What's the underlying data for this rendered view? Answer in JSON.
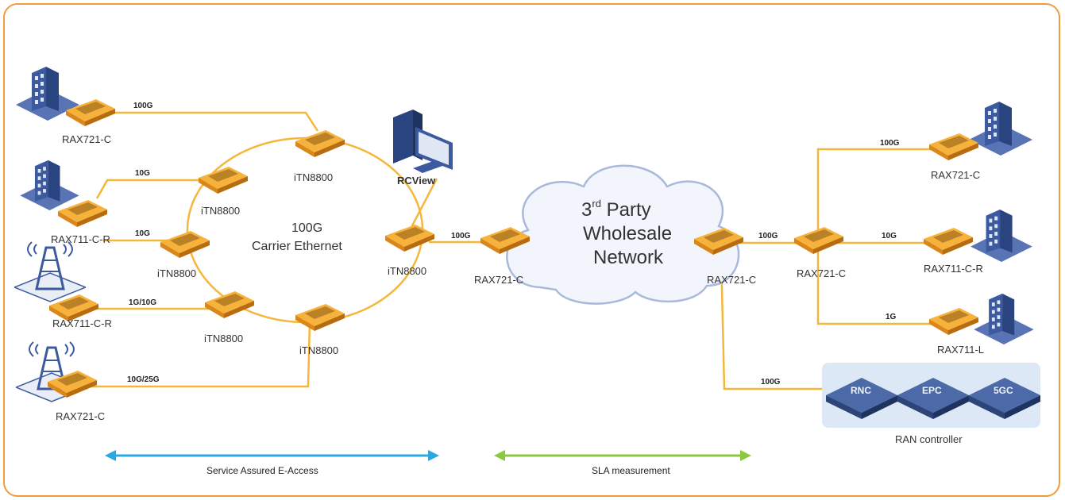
{
  "ring": {
    "line1": "100G",
    "line2": "Carrier Ethernet"
  },
  "cloud": {
    "sup_prefix": "3",
    "sup": "rd",
    "line1_rest": " Party",
    "line2": "Wholesale",
    "line3": "Network"
  },
  "links": {
    "l_top": "100G",
    "l_10g_a": "10G",
    "l_10g_b": "10G",
    "l_1g10g": "1G/10G",
    "l_10g25g": "10G/25G",
    "l_mid": "100G",
    "l_right1": "100G",
    "l_right_top": "100G",
    "l_right_mid": "10G",
    "l_right_bot": "1G",
    "l_ran": "100G"
  },
  "devices": {
    "rax721_top": "RAX721-C",
    "rax711_cr_a": "RAX711-C-R",
    "itn8800_a": "iTN8800",
    "itn8800_b": "iTN8800",
    "itn8800_c": "iTN8800",
    "itn8800_d": "iTN8800",
    "itn8800_e": "iTN8800",
    "itn8800_f": "iTN8800",
    "rax711_cr_b": "RAX711-C-R",
    "rax721_bot": "RAX721-C",
    "rcview": "RCView",
    "rax721_mid": "RAX721-C",
    "rax721_r1": "RAX721-C",
    "rax721_r2": "RAX721-C",
    "rax721_r_top": "RAX721-C",
    "rax711_cr_r": "RAX711-C-R",
    "rax711_l": "RAX711-L"
  },
  "ran": {
    "title": "RAN controller",
    "items": [
      "RNC",
      "EPC",
      "5GC"
    ]
  },
  "arrows": {
    "left": "Service Assured E-Access",
    "right": "SLA measurement"
  },
  "colors": {
    "border": "#f39a3a",
    "link": "#f5b73b",
    "device": "#f2a024",
    "building": "#3c5aa0",
    "arrow_left": "#29a9e1",
    "arrow_right": "#8dc63f",
    "ran_bg": "#dce8f5"
  }
}
